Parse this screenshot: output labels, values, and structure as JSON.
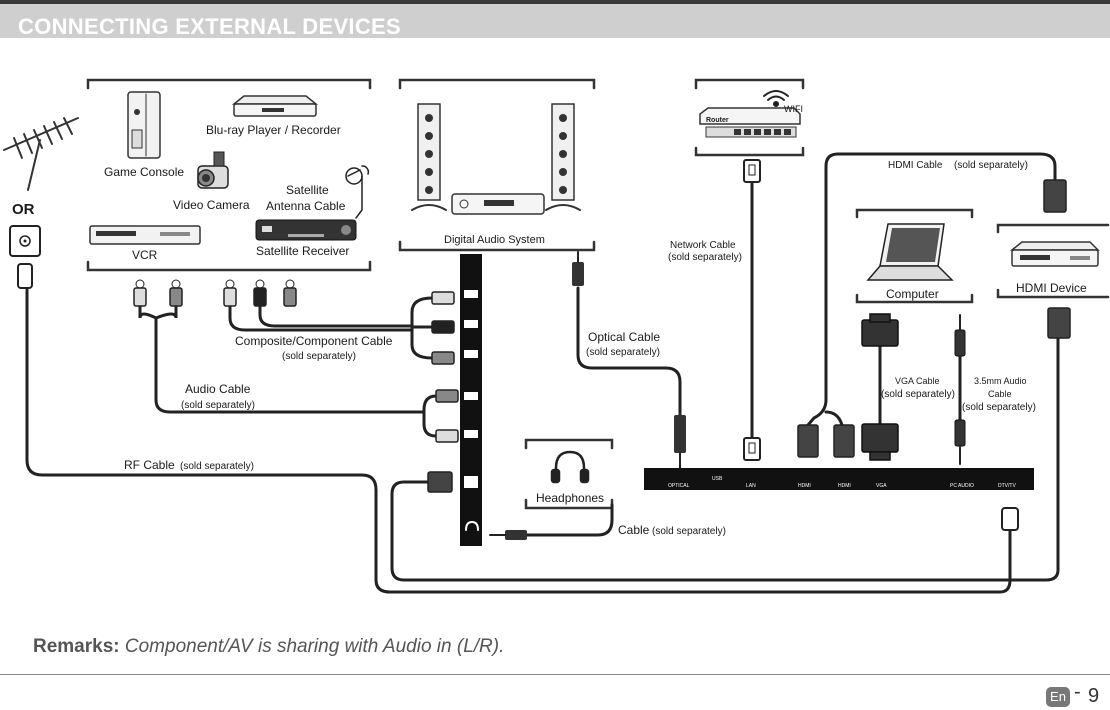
{
  "header": {
    "title": "CONNECTING EXTERNAL DEVICES"
  },
  "devices": {
    "or": "OR",
    "game_console": "Game Console",
    "bluray": "Blu-ray Player / Recorder",
    "video_camera": "Video Camera",
    "satellite_cable_1": "Satellite",
    "satellite_cable_2": "Antenna Cable",
    "vcr": "VCR",
    "satellite_receiver": "Satellite Receiver",
    "digital_audio": "Digital Audio System",
    "router": "Router",
    "wifi": "WIFI",
    "computer": "Computer",
    "hdmi_device": "HDMI Device",
    "headphones": "Headphones"
  },
  "cables": {
    "hdmi": "HDMI Cable",
    "hdmi_sold": "(sold separately)",
    "network_1": "Network Cable",
    "network_2": "(sold separately)",
    "composite": "Composite/Component Cable",
    "composite_sold": "(sold separately)",
    "optical": "Optical Cable",
    "optical_sold": "(sold separately)",
    "vga": "VGA Cable",
    "vga_sold": "(sold separately)",
    "audio35_1": "3.5mm Audio",
    "audio35_2": "Cable",
    "audio35_3": "(sold separately)",
    "audio": "Audio Cable",
    "audio_sold": "(sold separately)",
    "rf": "RF Cable",
    "rf_sold": "(sold separately)",
    "cable": "Cable",
    "cable_sold": "(sold separately)"
  },
  "ports": {
    "optical": "OPTICAL",
    "usb": "USB",
    "lan": "LAN",
    "hdmi1": "HDMI",
    "hdmi2": "HDMI",
    "vga": "VGA",
    "pc_audio": "PC AUDIO",
    "dtv": "DTV/TV"
  },
  "remarks": {
    "label": "Remarks:",
    "text": "Component/AV is sharing with Audio in (L/R)."
  },
  "footer": {
    "lang": "En",
    "dash": "-",
    "page": "9"
  }
}
